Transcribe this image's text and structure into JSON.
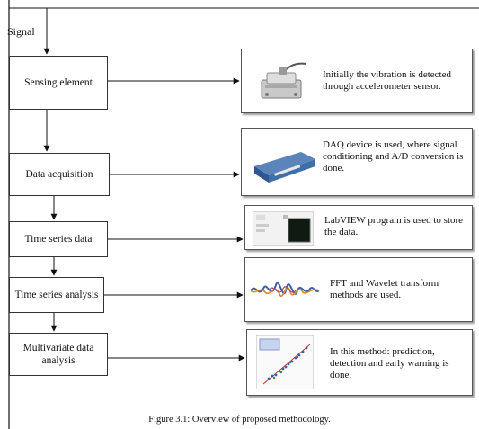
{
  "diagram": {
    "start_label": "Signal",
    "steps": [
      {
        "id": "sensing",
        "label": "Sensing element",
        "description": "Initially the vibration is detected through accelerometer sensor.",
        "image": "accelerometer-sensor-image"
      },
      {
        "id": "acquisition",
        "label": "Data acquisition",
        "description": "DAQ device is used, where signal conditioning and A/D conversion is done.",
        "image": "daq-device-image"
      },
      {
        "id": "timeseries",
        "label": "Time series data",
        "description": "LabVIEW program is used to store the data.",
        "image": "labview-screen-image"
      },
      {
        "id": "tsanalysis",
        "label": "Time series analysis",
        "description": "FFT and Wavelet transform methods are used.",
        "image": "wavelet-signal-image"
      },
      {
        "id": "multivariate",
        "label": "Multivariate data analysis",
        "description": "In this method: prediction, detection and early warning is done.",
        "image": "multivariate-plot-image"
      }
    ],
    "caption": "Figure 3.1: Overview of proposed methodology."
  },
  "colors": {
    "line": "#111111",
    "box_border": "#333333",
    "daq_blue": "#3e6fa8",
    "screen_dark": "#0f1a12",
    "signal_blue": "#3a5fb0",
    "signal_orange": "#d48a2a"
  }
}
